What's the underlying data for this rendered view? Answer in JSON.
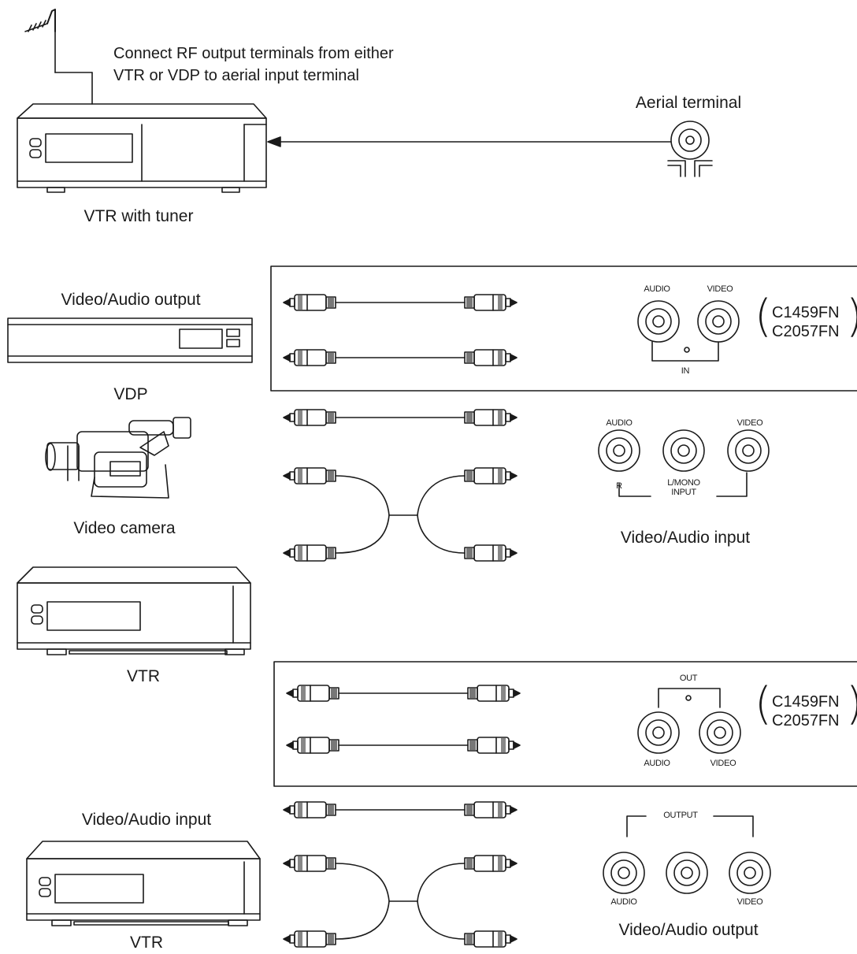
{
  "note": {
    "line1": "Connect RF output terminals from either",
    "line2": "VTR or VDP to aerial input terminal"
  },
  "devices": {
    "vtr_tuner": "VTR with tuner",
    "aerial": "Aerial terminal",
    "vdp_top": "Video/Audio output",
    "vdp": "VDP",
    "camera": "Video camera",
    "camera_input": "Video/Audio input",
    "vtr_mid": "VTR",
    "vtr_bottom_top": "Video/Audio input",
    "vtr_bottom": "VTR",
    "bottom_output": "Video/Audio output"
  },
  "panels": {
    "top": {
      "audio": "AUDIO",
      "video": "VIDEO",
      "in": "IN",
      "models": [
        "C1459FN",
        "C2057FN"
      ]
    },
    "camera_jacks": {
      "audio": "AUDIO",
      "r": "R",
      "lmono_line1": "L/MONO",
      "lmono_line2": "INPUT",
      "video": "VIDEO"
    },
    "mid": {
      "out": "OUT",
      "audio": "AUDIO",
      "video": "VIDEO",
      "models": [
        "C1459FN",
        "C2057FN"
      ]
    },
    "bottom_jacks": {
      "output": "OUTPUT",
      "audio": "AUDIO",
      "video": "VIDEO"
    }
  },
  "colors": {
    "ink": "#1a1a1a",
    "paper": "#ffffff"
  }
}
